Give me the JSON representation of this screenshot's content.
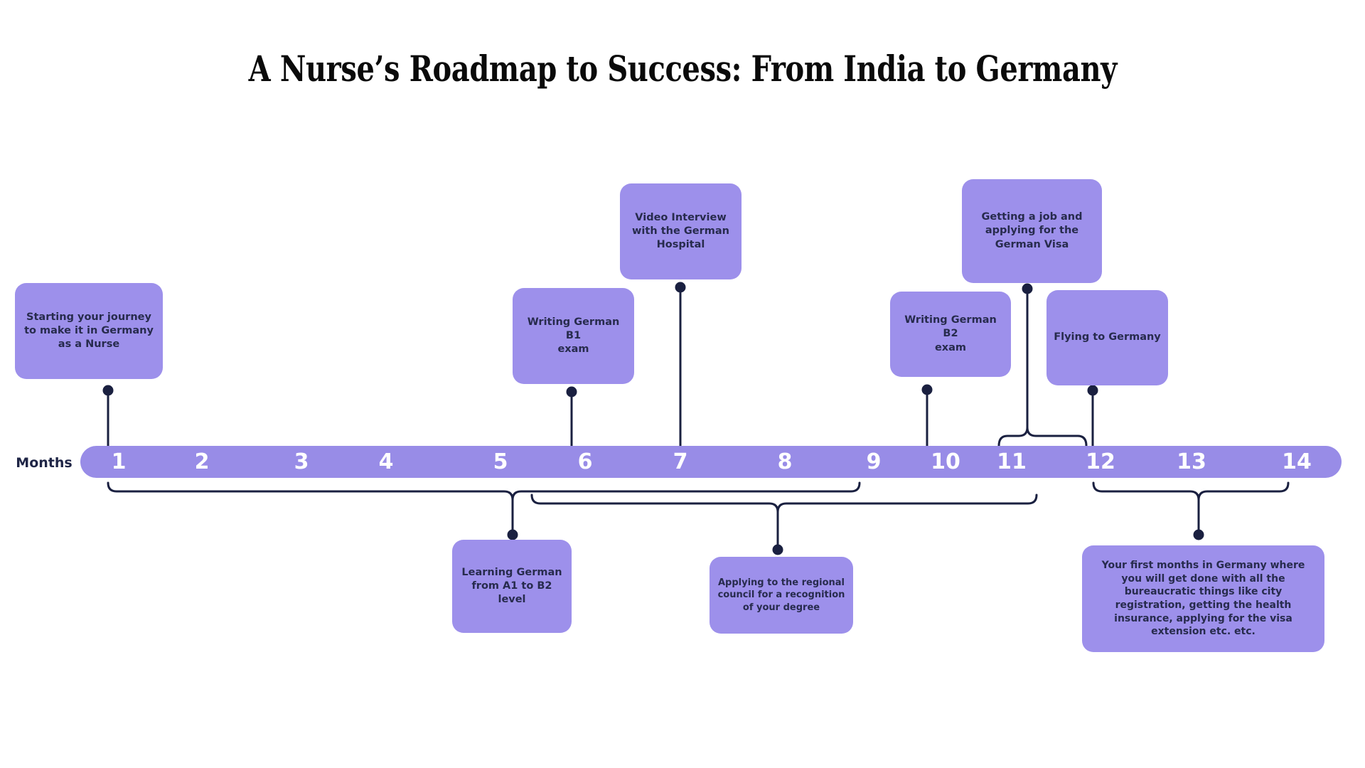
{
  "title": "A Nurse’s Roadmap to Success: From India to Germany",
  "timeline": {
    "axis_label": "Months",
    "months": [
      "1",
      "2",
      "3",
      "4",
      "5",
      "6",
      "7",
      "8",
      "9",
      "10",
      "11",
      "12",
      "13",
      "14"
    ]
  },
  "events": [
    {
      "id": "starting-journey",
      "side": "above",
      "anchor": "month 1",
      "label": "Starting your journey\nto make it in Germany\nas a Nurse"
    },
    {
      "id": "writing-b1-exam",
      "side": "above",
      "anchor": "month 6",
      "label": "Writing German B1\nexam"
    },
    {
      "id": "video-interview",
      "side": "above",
      "anchor": "month 7",
      "label": "Video Interview\nwith the German\nHospital"
    },
    {
      "id": "writing-b2-exam",
      "side": "above",
      "anchor": "month 10",
      "label": "Writing German B2\nexam"
    },
    {
      "id": "getting-job-visa",
      "side": "above",
      "anchor": "months 11-12",
      "label": "Getting a job and\napplying for the\nGerman Visa"
    },
    {
      "id": "flying-to-germany",
      "side": "above",
      "anchor": "month 12",
      "label": "Flying to Germany"
    },
    {
      "id": "learning-german",
      "side": "below",
      "anchor": "months 1-9",
      "label": "Learning German\nfrom A1 to B2 level"
    },
    {
      "id": "applying-council",
      "side": "below",
      "anchor": "months 6-11",
      "label": "Applying to the regional\ncouncil for a recognition\nof your degree"
    },
    {
      "id": "first-months-germany",
      "side": "below",
      "anchor": "months 12-14",
      "label": "Your first months in Germany where\nyou will get done with all the\nbureaucratic things like city\nregistration, getting the health\ninsurance, applying for the visa\nextension etc. etc."
    }
  ],
  "colors": {
    "background": "#ffffff",
    "timeline_bar": "#988ce7",
    "event_card": "#9d90eb",
    "connector": "#1a2040",
    "card_text": "#272b4d",
    "month_text": "#ffffff",
    "title_text": "#0a0a0a"
  }
}
